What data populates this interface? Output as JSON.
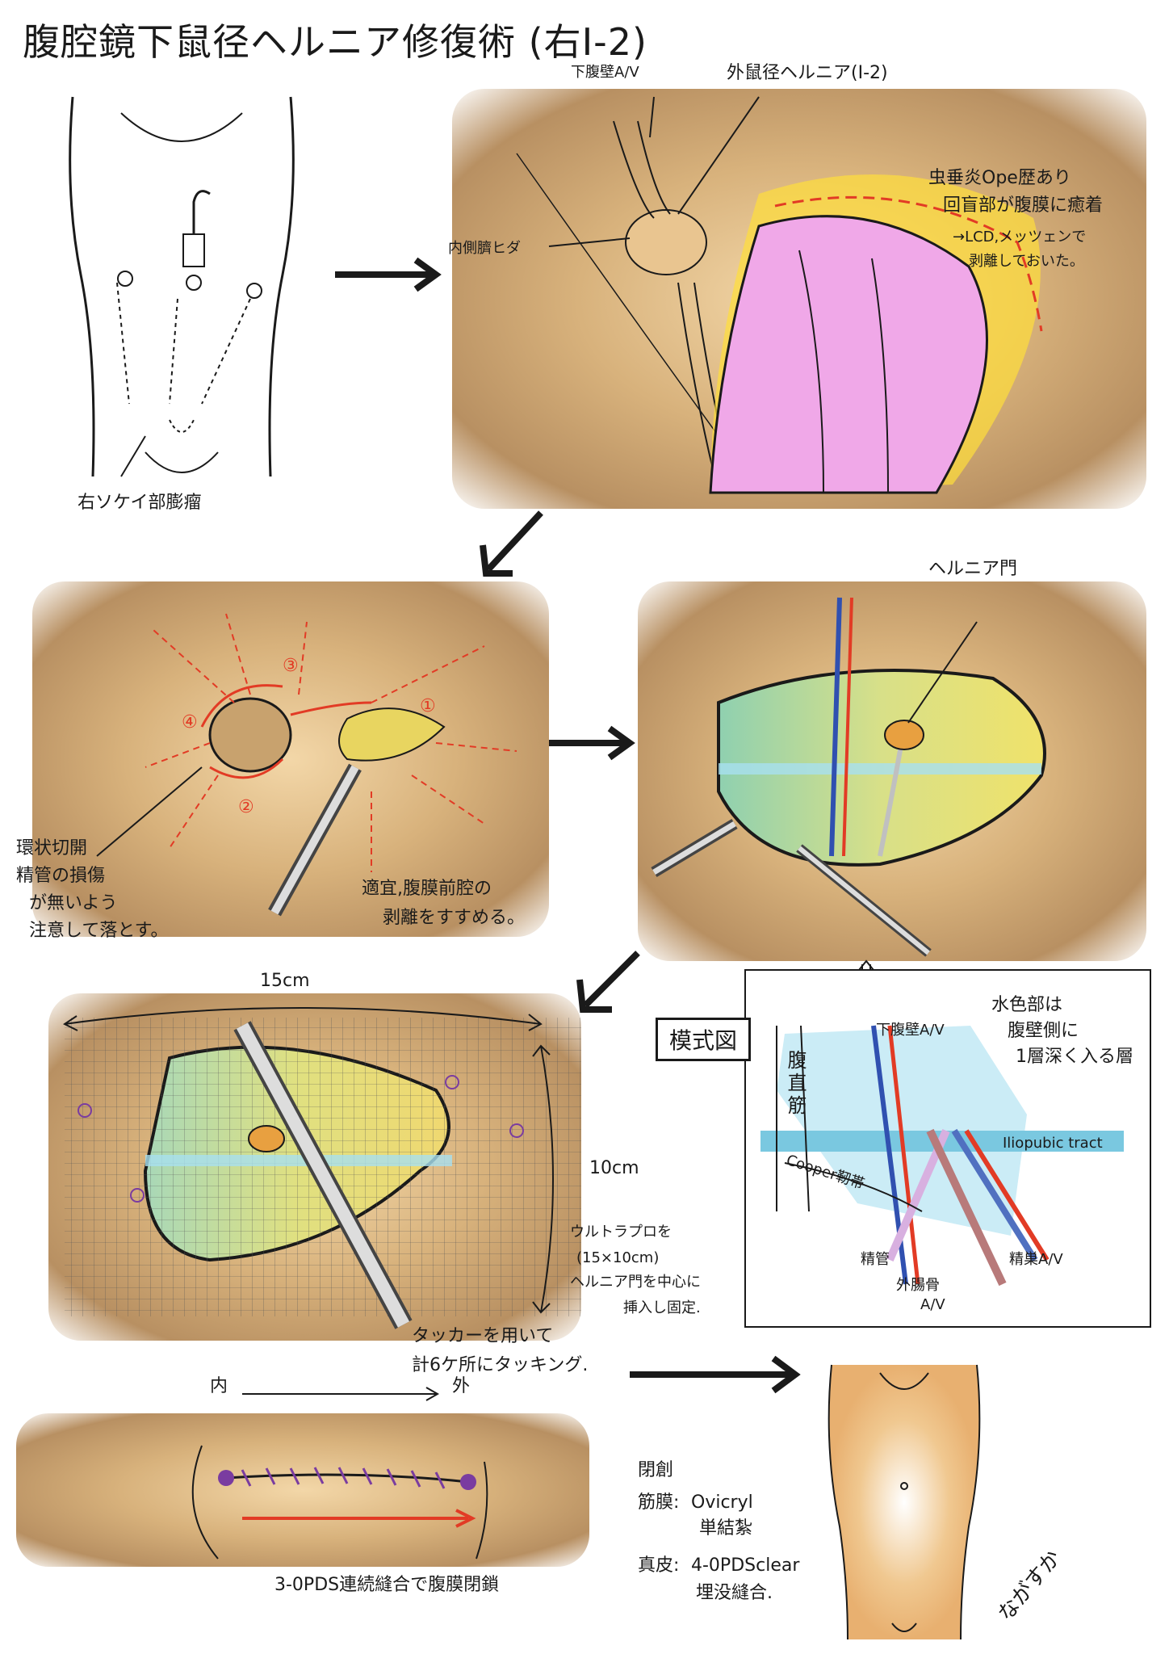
{
  "title": "腹腔鏡下鼠径ヘルニア修復術 (右Ⅰ-2)",
  "panel1": {
    "label": "右ソケイ部膨瘤"
  },
  "panel2": {
    "label_vessel": "下腹壁A/V",
    "label_hernia": "外鼠径ヘルニア(Ⅰ-2)",
    "label_fold": "内側臍ヒダ",
    "note_line1": "虫垂炎Ope歴あり",
    "note_line2": "回盲部が腹膜に癒着",
    "note_line3": "→LCD,メッツェンで",
    "note_line4": "剥離しておいた。"
  },
  "panel3": {
    "markers": [
      "①",
      "②",
      "③",
      "④"
    ],
    "note_left_1": "環状切開",
    "note_left_2": "精管の損傷",
    "note_left_3": "が無いよう",
    "note_left_4": "注意して落とす。",
    "note_right_1": "適宜,腹膜前腔の",
    "note_right_2": "剥離をすすめる。"
  },
  "panel4": {
    "label_hernia_gate": "ヘルニア門"
  },
  "schema": {
    "title": "模式図",
    "label_rectus": "腹直筋",
    "label_vessel": "下腹壁A/V",
    "note_1": "水色部は",
    "note_2": "腹壁側に",
    "note_3": "1層深く入る層",
    "label_iliopubic": "Iliopubic tract",
    "label_cooper": "Cooper靭帯",
    "label_vas": "精管",
    "label_iliac": "外腸骨",
    "label_iliac_2": "A/V",
    "label_testicular": "精巣A/V"
  },
  "panel5": {
    "dim_width": "15cm",
    "dim_height": "10cm",
    "note_1": "ウルトラプロを",
    "note_2": "(15×10cm)",
    "note_3": "ヘルニア門を中心に",
    "note_4": "挿入し固定.",
    "tack_1": "タッカーを用いて",
    "tack_2": "計6ケ所にタッキング."
  },
  "panel6": {
    "label_in": "内",
    "label_out": "外",
    "caption": "3-0PDS連続縫合で腹膜閉鎖"
  },
  "closure": {
    "heading": "閉創",
    "fascia_label": "筋膜:",
    "fascia_1": "Ovicryl",
    "fascia_2": "単結紮",
    "skin_label": "真皮:",
    "skin_1": "4-0PDSclear",
    "skin_2": "埋没縫合."
  },
  "signature": "ながすか",
  "colors": {
    "tan": "#d8b27c",
    "pink": "#f0a8e8",
    "yellow": "#f4d23a",
    "red": "#e23b25",
    "light_blue": "#a8e0f0",
    "orange": "#e8a040",
    "mesh_purple": "#7a3ca0"
  }
}
